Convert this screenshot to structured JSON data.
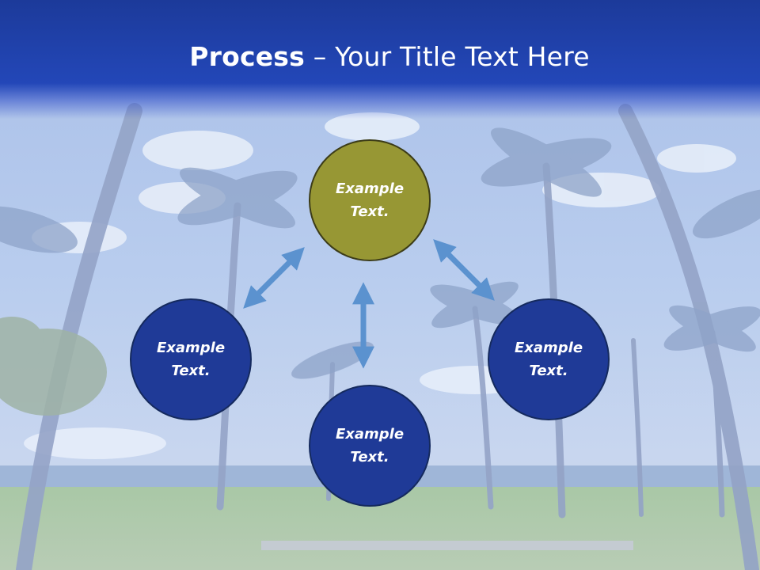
{
  "slide": {
    "title_bold": "Process",
    "title_dash": " – ",
    "title_rest": "Your Title Text Here"
  },
  "nodes": [
    {
      "id": "top",
      "line1": "Example",
      "line2": "Text."
    },
    {
      "id": "left",
      "line1": "Example",
      "line2": "Text."
    },
    {
      "id": "right",
      "line1": "Example",
      "line2": "Text."
    },
    {
      "id": "bottom",
      "line1": "Example",
      "line2": "Text."
    }
  ],
  "colors": {
    "header": "#2347b8",
    "node_blue": "#1f3a97",
    "node_olive": "#979734",
    "arrow": "#5b92cf"
  }
}
